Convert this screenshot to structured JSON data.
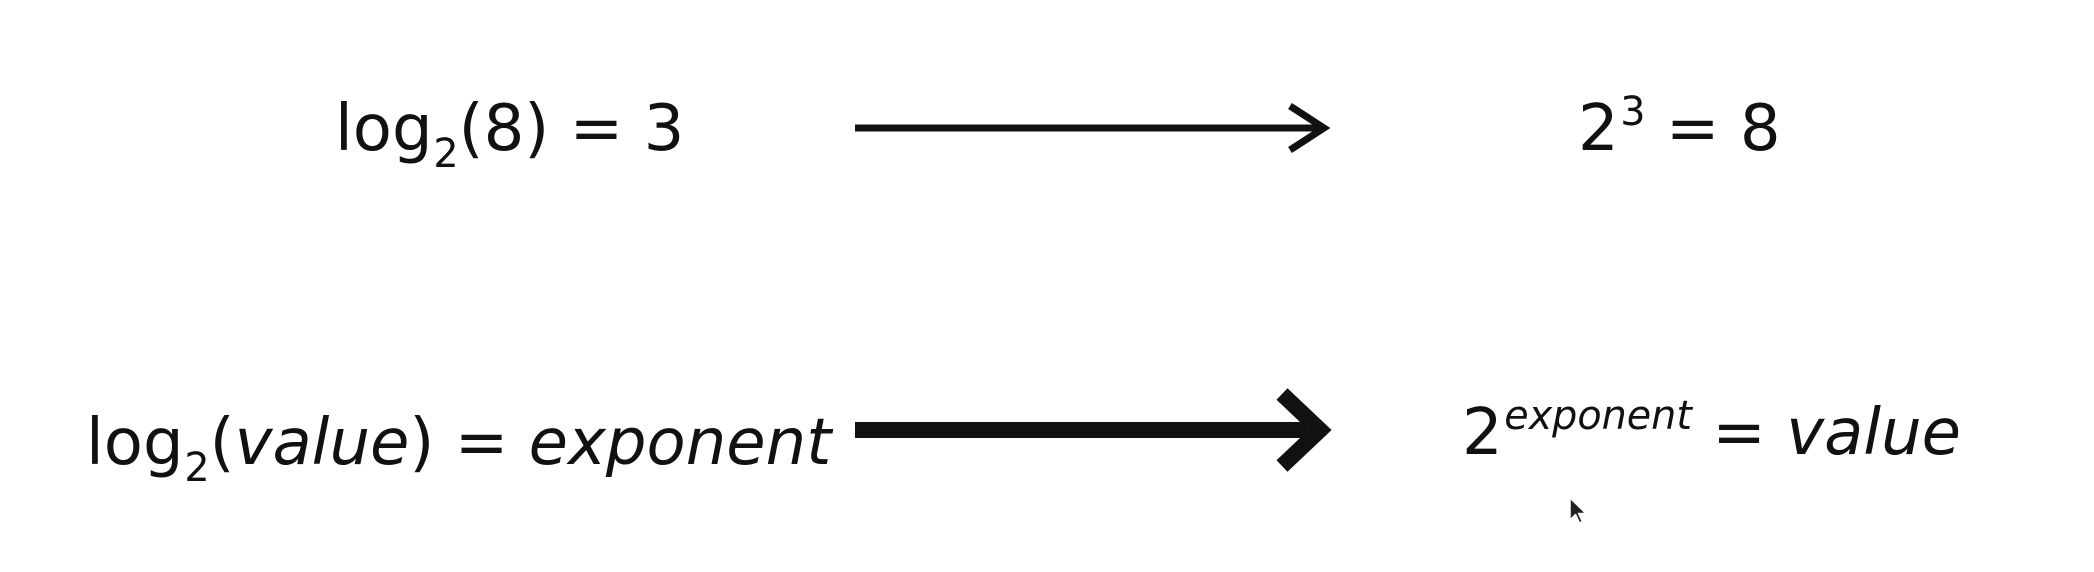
{
  "row1": {
    "left": {
      "fn": "log",
      "base": "2",
      "arg_open": "(",
      "arg": "8",
      "arg_close": ")",
      "equals": " = ",
      "result": "3"
    },
    "right": {
      "base": "2",
      "exponent": "3",
      "equals": " = ",
      "result": "8"
    }
  },
  "row2": {
    "left": {
      "fn": "log",
      "base": "2",
      "arg_open": "(",
      "arg": "value",
      "arg_close": ")",
      "equals": " = ",
      "result": "exponent"
    },
    "right": {
      "base": "2",
      "exponent": "exponent",
      "equals": " = ",
      "result": "value"
    }
  },
  "colors": {
    "ink": "#111111",
    "background": "#ffffff"
  },
  "icons": {
    "arrow_thin": "right-arrow-icon",
    "arrow_bold": "bold-right-arrow-icon",
    "cursor": "mouse-cursor-icon"
  }
}
